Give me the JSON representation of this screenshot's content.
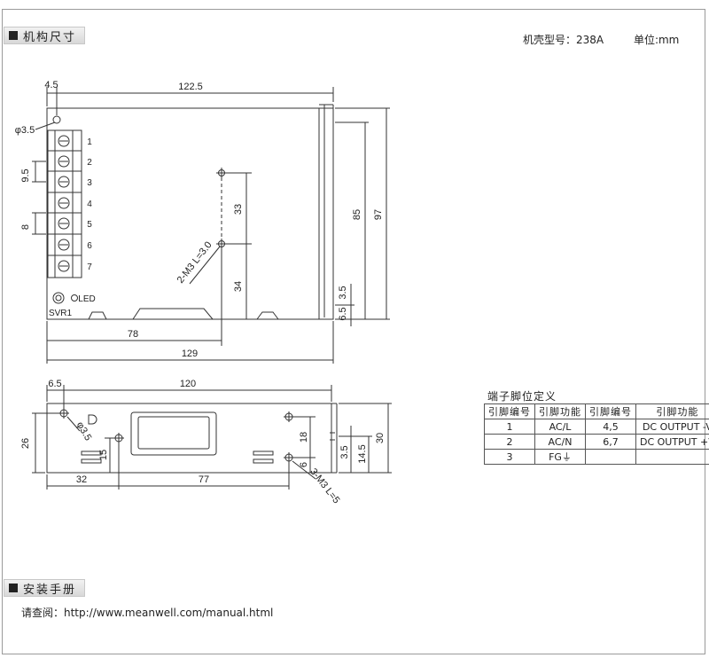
{
  "sections": {
    "dimensions_title": "机构尺寸",
    "manual_title": "安装手册"
  },
  "model": {
    "case_label": "机壳型号：238A",
    "unit_label": "单位:mm"
  },
  "drawing_top": {
    "dim_offset": "4.5",
    "dim_width": "122.5",
    "dim_hole": "φ3.5",
    "dim_pitch": "9.5",
    "dim_terminal": "8",
    "dim_mount_gap": "33",
    "dim_mount_low": "34",
    "dim_height_inner": "85",
    "dim_height": "97",
    "dim_edge_1": "3.5",
    "dim_edge_2": "6.5",
    "dim_mount_x": "78",
    "dim_length": "129",
    "screw_label": "2-M3 L=3.0",
    "terminals": [
      "1",
      "2",
      "3",
      "4",
      "5",
      "6",
      "7"
    ],
    "led_label": "LED",
    "svr_label": "SVR1"
  },
  "drawing_side": {
    "dim_offset": "6.5",
    "dim_width": "120",
    "dim_height_left": "26",
    "dim_hole": "φ3.5",
    "dim_15": "15",
    "dim_18": "18",
    "dim_6": "6",
    "dim_35": "3.5",
    "dim_145": "14.5",
    "dim_height": "30",
    "dim_32": "32",
    "dim_77": "77",
    "screw_label": "3-M3 L=5"
  },
  "pin_table": {
    "title": "端子脚位定义",
    "headers": [
      "引脚编号",
      "引脚功能",
      "引脚编号",
      "引脚功能"
    ],
    "rows": [
      [
        "1",
        "AC/L",
        "4,5",
        "DC OUTPUT -V"
      ],
      [
        "2",
        "AC/N",
        "6,7",
        "DC OUTPUT +V"
      ],
      [
        "3",
        "FG⏚",
        "",
        ""
      ]
    ]
  },
  "manual": {
    "url_text": "请查阅：http://www.meanwell.com/manual.html"
  }
}
